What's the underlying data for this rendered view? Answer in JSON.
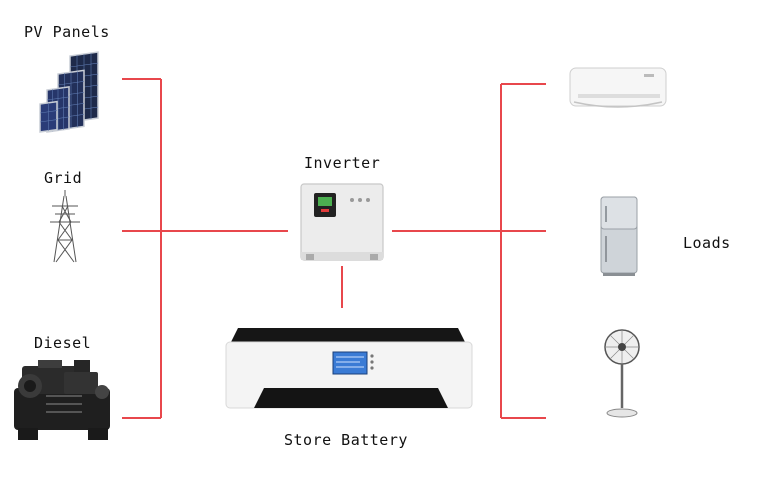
{
  "labels": {
    "pv_panels": "PV Panels",
    "grid": "Grid",
    "diesel": "Diesel",
    "inverter": "Inverter",
    "store_battery": "Store Battery",
    "loads": "Loads"
  },
  "colors": {
    "wire": "#e8474c",
    "background": "#ffffff",
    "device_white": "#f2f2f2",
    "device_dark": "#1a1a1a",
    "screen_blue": "#3a7bd5"
  }
}
